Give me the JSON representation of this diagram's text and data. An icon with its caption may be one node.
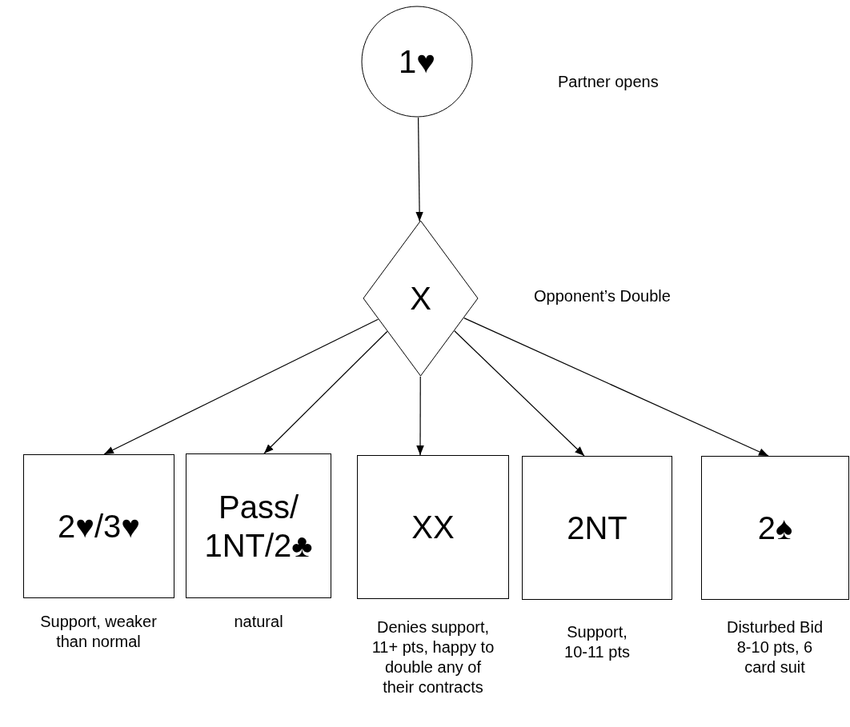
{
  "diagram": {
    "nodes": [
      {
        "text": [
          "1♥"
        ]
      },
      {
        "text": [
          "X"
        ],
        "beside": [
          "Opponent’s Double"
        ]
      },
      {
        "text": [
          "2♥/3♥"
        ],
        "beside": [
          "Support, weaker than normal"
        ]
      },
      {
        "text": [
          "Pass/ 1NT/2♣"
        ],
        "beside": [
          "natural"
        ]
      },
      {
        "text": [
          "XX"
        ],
        "beside": [
          "Denies support, 11+ pts, happy to double any of their contracts"
        ]
      },
      {
        "text": [
          "2NT"
        ],
        "beside": [
          "Support, 10-11 pts"
        ]
      },
      {
        "text": [
          "2♠"
        ],
        "beside": [
          "Disturbed Bid 8-10 pts, 6 card suit"
        ]
      }
    ],
    "edges": [
      {
        "from": 0,
        "to": 1,
        "arrow": "to"
      },
      {
        "from": 1,
        "to": 2,
        "arrow": "to"
      },
      {
        "from": 1,
        "to": 3,
        "arrow": "to"
      },
      {
        "from": 1,
        "to": 4,
        "arrow": "to"
      },
      {
        "from": 1,
        "to": 5,
        "arrow": "to"
      },
      {
        "from": 1,
        "to": 6,
        "arrow": "to"
      }
    ],
    "labels": [
      "Partner opens"
    ]
  }
}
